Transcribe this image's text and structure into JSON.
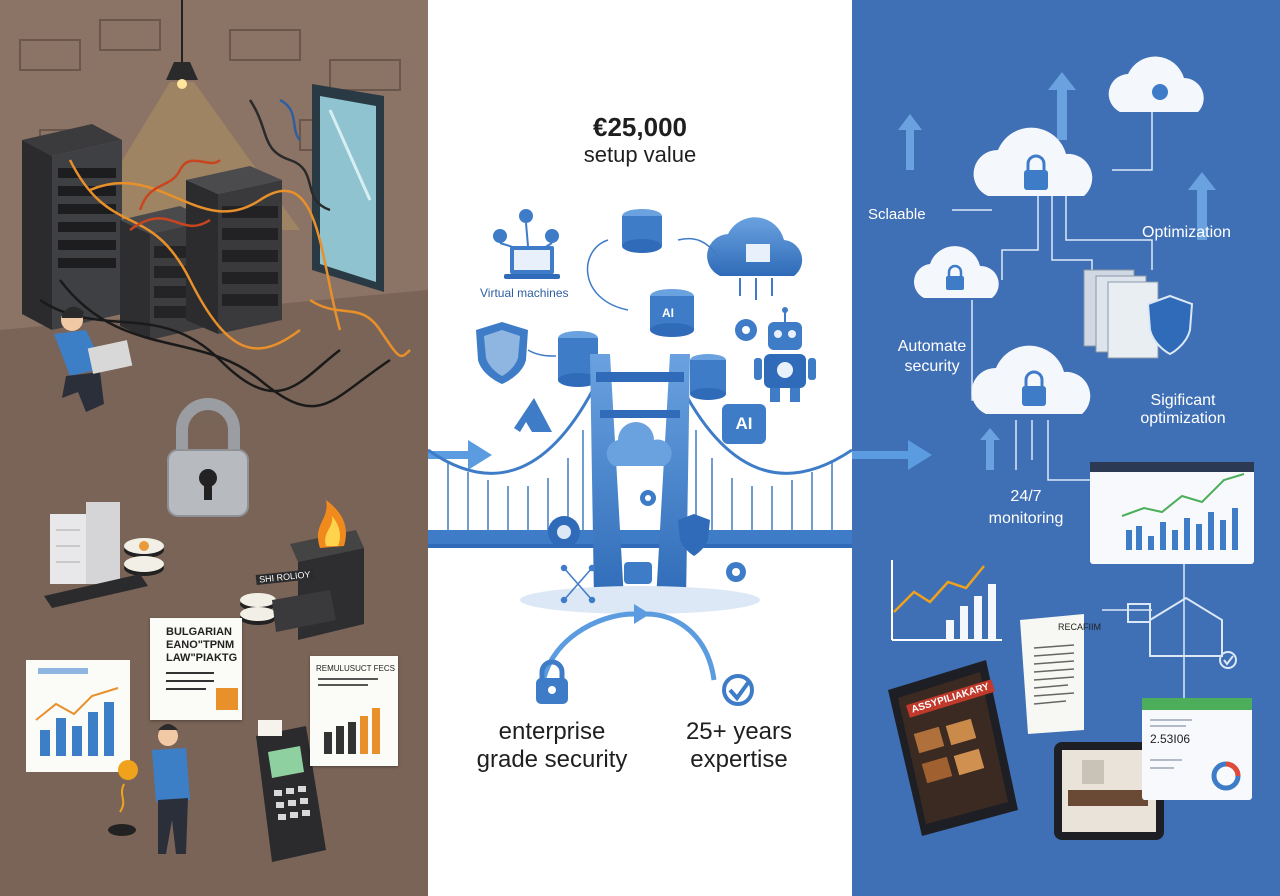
{
  "colors": {
    "legacy_panel": "#7d685c",
    "bridge_panel": "#ffffff",
    "cloud_panel": "#3f6fb5",
    "bridge_blue": "#3e7cc8",
    "arrow_blue": "#5b9be0",
    "cable_orange": "#e8902a"
  },
  "center": {
    "price": "€25,000",
    "price_caption": "setup value",
    "virtual_machines": "Virtual machines",
    "ai_badge_small": "AI",
    "ai_badge_large": "AI",
    "security_line1": "enterprise",
    "security_line2": "grade security",
    "expertise_line1": "25+ years",
    "expertise_line2": "expertise"
  },
  "left": {
    "doc_line1": "BULGARIAN",
    "doc_line2": "EANO\"TPNM",
    "doc_line3": "LAW\"PIAKTG",
    "receipt_header": "REMULUSUCT FECS",
    "shredder_label": "SHI ROLIOY"
  },
  "right": {
    "scalable": "Sclaable",
    "optimization": "Optimization",
    "automate_line1": "Automate",
    "automate_line2": "security",
    "significant_line1": "Sigificant",
    "significant_line2": "optimization",
    "monitoring_line1": "24/7",
    "monitoring_line2": "monitoring",
    "report_title": "RECAFIIM",
    "tablet_banner": "ASSYPILIAKARY",
    "kpi_value": "2.53I06"
  },
  "icons": [
    "pendant-lamp-icon",
    "server-rack-icon",
    "padlock-icon",
    "technician-icon",
    "shredder-icon",
    "pos-terminal-icon",
    "bridge-icon",
    "laptop-icon",
    "database-icon",
    "cloud-icon",
    "robot-icon",
    "shield-icon",
    "gear-icon",
    "double-arrow-icon",
    "lock-icon",
    "check-icon",
    "bar-chart-icon",
    "firewall-icon",
    "tablet-icon",
    "dashboard-icon"
  ]
}
